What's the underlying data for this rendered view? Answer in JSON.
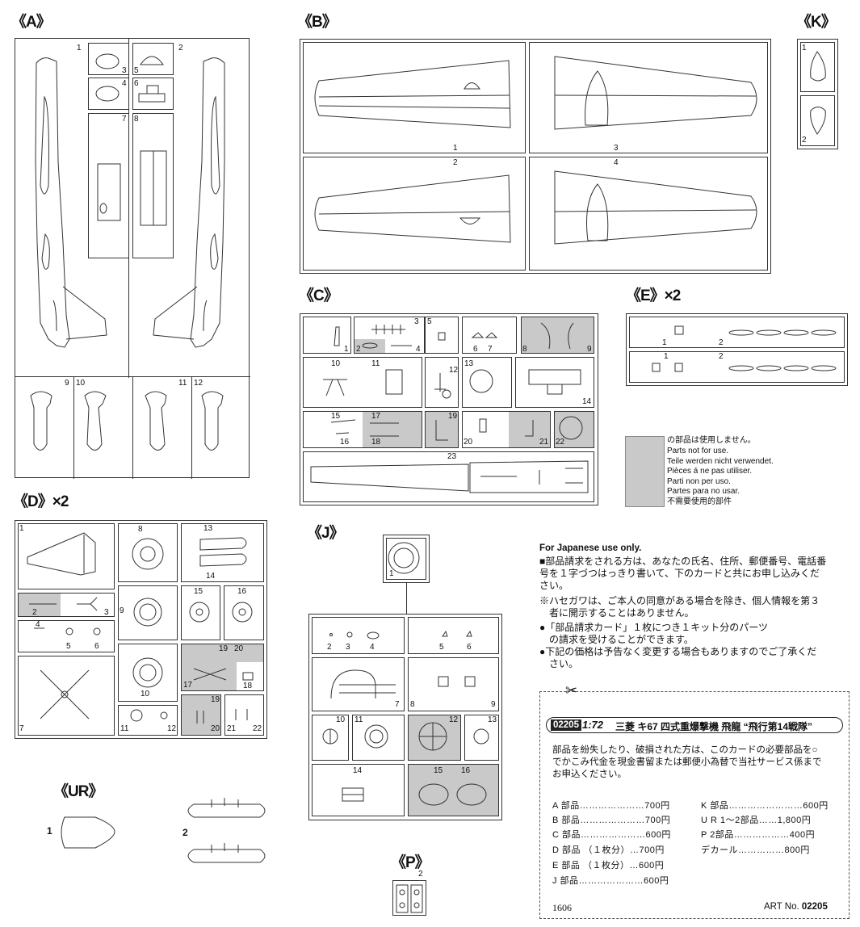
{
  "sections": {
    "A": "《A》",
    "B": "《B》",
    "K": "《K》",
    "C": "《C》",
    "E": "《E》×2",
    "D": "《D》×2",
    "J": "《J》",
    "UR": "《UR》",
    "P": "《P》"
  },
  "a_nums": [
    "1",
    "2",
    "3",
    "4",
    "5",
    "6",
    "7",
    "8",
    "9",
    "10",
    "11",
    "12"
  ],
  "b_nums": [
    "1",
    "2",
    "3",
    "4"
  ],
  "k_nums": [
    "1",
    "2"
  ],
  "c_nums": [
    "1",
    "2",
    "3",
    "4",
    "5",
    "6",
    "7",
    "8",
    "9",
    "10",
    "11",
    "12",
    "13",
    "14",
    "15",
    "16",
    "17",
    "18",
    "19",
    "20",
    "21",
    "22",
    "23"
  ],
  "e_nums": [
    "1",
    "2",
    "1",
    "2"
  ],
  "d_nums": [
    "1",
    "2",
    "3",
    "4",
    "5",
    "6",
    "7",
    "8",
    "9",
    "10",
    "11",
    "12",
    "13",
    "14",
    "15",
    "16",
    "17",
    "18",
    "19",
    "20",
    "19",
    "20",
    "21",
    "22"
  ],
  "j_nums": [
    "1",
    "2",
    "3",
    "4",
    "5",
    "6",
    "7",
    "8",
    "9",
    "10",
    "11",
    "12",
    "13",
    "14",
    "15",
    "16"
  ],
  "ur_nums": [
    "1",
    "2"
  ],
  "p_nums": [
    "2"
  ],
  "legend": [
    "の部品は使用しません。",
    "Parts not for use.",
    "Teile werden nicht verwendet.",
    "Pièces á ne pas utiliser.",
    "Parti non per uso.",
    "Partes para no usar.",
    "不需要使用的部件"
  ],
  "japan": {
    "heading": "For Japanese use only.",
    "lines": [
      "■部品請求をされる方は、あなたの氏名、住所、郵便番号、電話番",
      "号を１字づつはっきり書いて、下のカードと共にお申し込みくだ",
      "さい。",
      "※ハセガワは、ご本人の同意がある場合を除き、個人情報を第３",
      "　者に開示することはありません。",
      "●「部品請求カード」１枚につき１キット分のパーツ",
      "　の請求を受けることができます。",
      "●下記の価格は予告なく変更する場合もありますのでご了承くだ",
      "　さい。"
    ]
  },
  "card": {
    "code": "02205",
    "scale": "1:72",
    "title": "三菱 キ67 四式重爆撃機 飛龍 “飛行第14戦隊”",
    "desc": [
      "部品を紛失したり、破損された方は、このカードの必要部品を○",
      "でかこみ代金を現金書留または郵便小為替で当社サービス係まで",
      "お申込ください。"
    ],
    "prices_left": [
      "A 部品…………………700円",
      "B 部品…………………700円",
      "C 部品…………………600円",
      "D 部品 （１枚分）…700円",
      "E 部品 （１枚分）…600円",
      "J 部品…………………600円"
    ],
    "prices_right": [
      "K 部品……………………600円",
      "U R 1〜2部品……1,800円",
      "P 2部品………………400円",
      "デカール……………800円"
    ],
    "footer_left": "1606",
    "footer_right_label": "ART No. ",
    "footer_right_num": "02205"
  }
}
